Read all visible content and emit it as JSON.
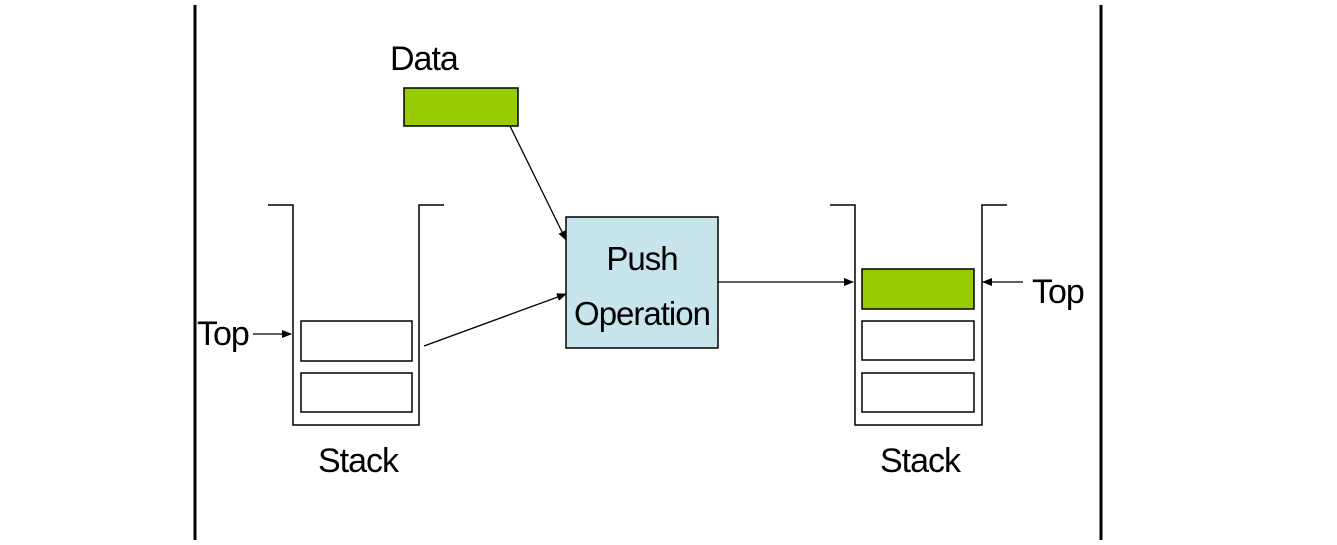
{
  "diagram": {
    "data_label": "Data",
    "operation": {
      "line1": "Push",
      "line2": "Operation"
    },
    "left_stack": {
      "label": "Stack",
      "top_label": "Top"
    },
    "right_stack": {
      "label": "Stack",
      "top_label": "Top"
    }
  },
  "colors": {
    "data_block": "#99cc00",
    "operation_box": "#c6e4ea",
    "stroke": "#000000"
  }
}
